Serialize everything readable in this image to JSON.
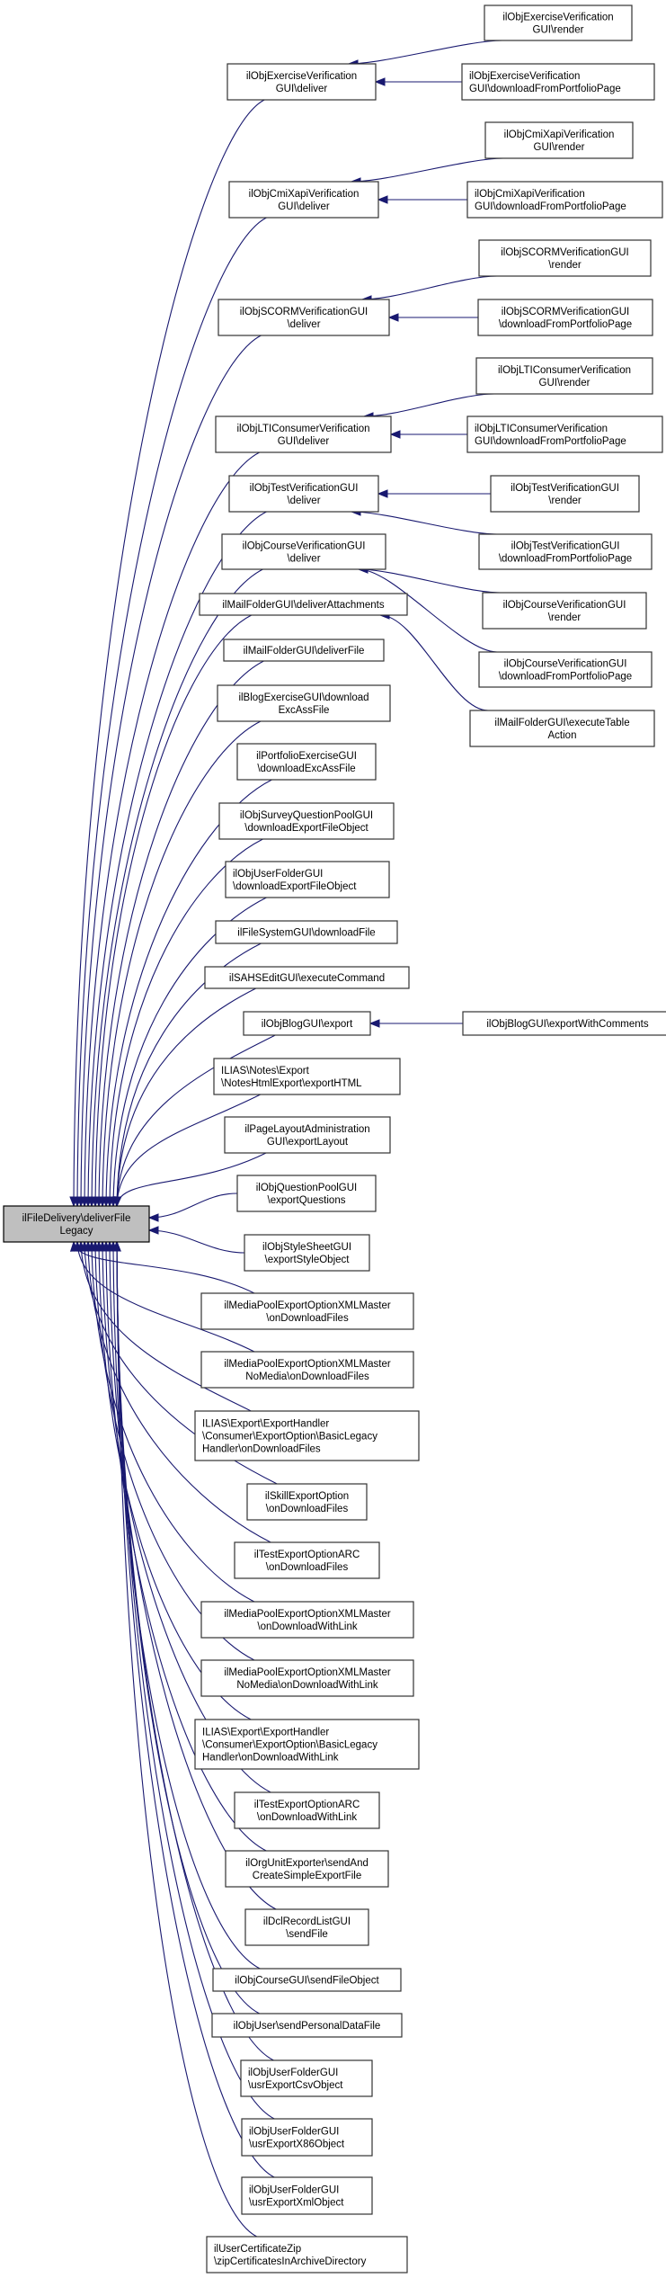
{
  "diagram": {
    "title": "Caller graph of ilFileDelivery\\deliverFileLegacy",
    "edge_color": "#191970",
    "root_fill": "#bfbfbf",
    "root": "root",
    "nodes": [
      {
        "id": "root",
        "lines": [
          "ilFileDelivery\\deliverFile",
          "Legacy"
        ]
      },
      {
        "id": "exv_deliver",
        "lines": [
          "ilObjExerciseVerification",
          "GUI\\deliver"
        ]
      },
      {
        "id": "exv_render",
        "lines": [
          "ilObjExerciseVerification",
          "GUI\\render"
        ]
      },
      {
        "id": "exv_download",
        "lines": [
          "ilObjExerciseVerification",
          "GUI\\downloadFromPortfolioPage"
        ]
      },
      {
        "id": "cmi_deliver",
        "lines": [
          "ilObjCmiXapiVerification",
          "GUI\\deliver"
        ]
      },
      {
        "id": "cmi_render",
        "lines": [
          "ilObjCmiXapiVerification",
          "GUI\\render"
        ]
      },
      {
        "id": "cmi_download",
        "lines": [
          "ilObjCmiXapiVerification",
          "GUI\\downloadFromPortfolioPage"
        ]
      },
      {
        "id": "scorm_deliver",
        "lines": [
          "ilObjSCORMVerificationGUI",
          "\\deliver"
        ]
      },
      {
        "id": "scorm_render",
        "lines": [
          "ilObjSCORMVerificationGUI",
          "\\render"
        ]
      },
      {
        "id": "scorm_download",
        "lines": [
          "ilObjSCORMVerificationGUI",
          "\\downloadFromPortfolioPage"
        ]
      },
      {
        "id": "lti_deliver",
        "lines": [
          "ilObjLTIConsumerVerification",
          "GUI\\deliver"
        ]
      },
      {
        "id": "lti_render",
        "lines": [
          "ilObjLTIConsumerVerification",
          "GUI\\render"
        ]
      },
      {
        "id": "lti_download",
        "lines": [
          "ilObjLTIConsumerVerification",
          "GUI\\downloadFromPortfolioPage"
        ]
      },
      {
        "id": "test_deliver",
        "lines": [
          "ilObjTestVerificationGUI",
          "\\deliver"
        ]
      },
      {
        "id": "test_render",
        "lines": [
          "ilObjTestVerificationGUI",
          "\\render"
        ]
      },
      {
        "id": "test_download",
        "lines": [
          "ilObjTestVerificationGUI",
          "\\downloadFromPortfolioPage"
        ]
      },
      {
        "id": "crs_deliver",
        "lines": [
          "ilObjCourseVerificationGUI",
          "\\deliver"
        ]
      },
      {
        "id": "crs_render",
        "lines": [
          "ilObjCourseVerificationGUI",
          "\\render"
        ]
      },
      {
        "id": "crs_download",
        "lines": [
          "ilObjCourseVerificationGUI",
          "\\downloadFromPortfolioPage"
        ]
      },
      {
        "id": "mail_attach",
        "lines": [
          "ilMailFolderGUI\\deliverAttachments"
        ]
      },
      {
        "id": "mail_exec",
        "lines": [
          "ilMailFolderGUI\\executeTable",
          "Action"
        ]
      },
      {
        "id": "mail_file",
        "lines": [
          "ilMailFolderGUI\\deliverFile"
        ]
      },
      {
        "id": "blogex",
        "lines": [
          "ilBlogExerciseGUI\\download",
          "ExcAssFile"
        ]
      },
      {
        "id": "portfolio",
        "lines": [
          "ilPortfolioExerciseGUI",
          "\\downloadExcAssFile"
        ]
      },
      {
        "id": "survey",
        "lines": [
          "ilObjSurveyQuestionPoolGUI",
          "\\downloadExportFileObject"
        ]
      },
      {
        "id": "userfolder_dl",
        "lines": [
          "ilObjUserFolderGUI",
          "\\downloadExportFileObject"
        ]
      },
      {
        "id": "filesystem",
        "lines": [
          "ilFileSystemGUI\\downloadFile"
        ]
      },
      {
        "id": "sahs",
        "lines": [
          "ilSAHSEditGUI\\executeCommand"
        ]
      },
      {
        "id": "blog_export",
        "lines": [
          "ilObjBlogGUI\\export"
        ]
      },
      {
        "id": "blog_comments",
        "lines": [
          "ilObjBlogGUI\\exportWithComments"
        ]
      },
      {
        "id": "notes",
        "lines": [
          "ILIAS\\Notes\\Export",
          "\\NotesHtmlExport\\exportHTML"
        ]
      },
      {
        "id": "pagelayout",
        "lines": [
          "ilPageLayoutAdministration",
          "GUI\\exportLayout"
        ]
      },
      {
        "id": "qpool",
        "lines": [
          "ilObjQuestionPoolGUI",
          "\\exportQuestions"
        ]
      },
      {
        "id": "stylesheet",
        "lines": [
          "ilObjStyleSheetGUI",
          "\\exportStyleObject"
        ]
      },
      {
        "id": "mep_files",
        "lines": [
          "ilMediaPoolExportOptionXMLMaster",
          "\\onDownloadFiles"
        ]
      },
      {
        "id": "mep_nomedia_files",
        "lines": [
          "ilMediaPoolExportOptionXMLMaster",
          "NoMedia\\onDownloadFiles"
        ]
      },
      {
        "id": "export_files",
        "lines": [
          "ILIAS\\Export\\ExportHandler",
          "\\Consumer\\ExportOption\\BasicLegacy",
          "Handler\\onDownloadFiles"
        ]
      },
      {
        "id": "skill",
        "lines": [
          "ilSkillExportOption",
          "\\onDownloadFiles"
        ]
      },
      {
        "id": "testarc_files",
        "lines": [
          "ilTestExportOptionARC",
          "\\onDownloadFiles"
        ]
      },
      {
        "id": "mep_link",
        "lines": [
          "ilMediaPoolExportOptionXMLMaster",
          "\\onDownloadWithLink"
        ]
      },
      {
        "id": "mep_nomedia_link",
        "lines": [
          "ilMediaPoolExportOptionXMLMaster",
          "NoMedia\\onDownloadWithLink"
        ]
      },
      {
        "id": "export_link",
        "lines": [
          "ILIAS\\Export\\ExportHandler",
          "\\Consumer\\ExportOption\\BasicLegacy",
          "Handler\\onDownloadWithLink"
        ]
      },
      {
        "id": "testarc_link",
        "lines": [
          "ilTestExportOptionARC",
          "\\onDownloadWithLink"
        ]
      },
      {
        "id": "orgunit",
        "lines": [
          "ilOrgUnitExporter\\sendAnd",
          "CreateSimpleExportFile"
        ]
      },
      {
        "id": "dcl",
        "lines": [
          "ilDclRecordListGUI",
          "\\sendFile"
        ]
      },
      {
        "id": "crs_send",
        "lines": [
          "ilObjCourseGUI\\sendFileObject"
        ]
      },
      {
        "id": "objuser",
        "lines": [
          "ilObjUser\\sendPersonalDataFile"
        ]
      },
      {
        "id": "usr_csv",
        "lines": [
          "ilObjUserFolderGUI",
          "\\usrExportCsvObject"
        ]
      },
      {
        "id": "usr_x86",
        "lines": [
          "ilObjUserFolderGUI",
          "\\usrExportX86Object"
        ]
      },
      {
        "id": "usr_xml",
        "lines": [
          "ilObjUserFolderGUI",
          "\\usrExportXmlObject"
        ]
      },
      {
        "id": "cert",
        "lines": [
          "ilUserCertificateZip",
          "\\zipCertificatesInArchiveDirectory"
        ]
      }
    ],
    "edges": [
      {
        "from": "exv_deliver",
        "to": "root"
      },
      {
        "from": "cmi_deliver",
        "to": "root"
      },
      {
        "from": "scorm_deliver",
        "to": "root"
      },
      {
        "from": "lti_deliver",
        "to": "root"
      },
      {
        "from": "test_deliver",
        "to": "root"
      },
      {
        "from": "crs_deliver",
        "to": "root"
      },
      {
        "from": "mail_attach",
        "to": "root"
      },
      {
        "from": "mail_file",
        "to": "root"
      },
      {
        "from": "blogex",
        "to": "root"
      },
      {
        "from": "portfolio",
        "to": "root"
      },
      {
        "from": "survey",
        "to": "root"
      },
      {
        "from": "userfolder_dl",
        "to": "root"
      },
      {
        "from": "filesystem",
        "to": "root"
      },
      {
        "from": "sahs",
        "to": "root"
      },
      {
        "from": "blog_export",
        "to": "root"
      },
      {
        "from": "notes",
        "to": "root"
      },
      {
        "from": "pagelayout",
        "to": "root"
      },
      {
        "from": "qpool",
        "to": "root"
      },
      {
        "from": "stylesheet",
        "to": "root"
      },
      {
        "from": "mep_files",
        "to": "root"
      },
      {
        "from": "mep_nomedia_files",
        "to": "root"
      },
      {
        "from": "export_files",
        "to": "root"
      },
      {
        "from": "skill",
        "to": "root"
      },
      {
        "from": "testarc_files",
        "to": "root"
      },
      {
        "from": "mep_link",
        "to": "root"
      },
      {
        "from": "mep_nomedia_link",
        "to": "root"
      },
      {
        "from": "export_link",
        "to": "root"
      },
      {
        "from": "testarc_link",
        "to": "root"
      },
      {
        "from": "orgunit",
        "to": "root"
      },
      {
        "from": "dcl",
        "to": "root"
      },
      {
        "from": "crs_send",
        "to": "root"
      },
      {
        "from": "objuser",
        "to": "root"
      },
      {
        "from": "usr_csv",
        "to": "root"
      },
      {
        "from": "usr_x86",
        "to": "root"
      },
      {
        "from": "usr_xml",
        "to": "root"
      },
      {
        "from": "cert",
        "to": "root"
      },
      {
        "from": "exv_render",
        "to": "exv_deliver"
      },
      {
        "from": "exv_download",
        "to": "exv_deliver"
      },
      {
        "from": "cmi_render",
        "to": "cmi_deliver"
      },
      {
        "from": "cmi_download",
        "to": "cmi_deliver"
      },
      {
        "from": "scorm_render",
        "to": "scorm_deliver"
      },
      {
        "from": "scorm_download",
        "to": "scorm_deliver"
      },
      {
        "from": "lti_render",
        "to": "lti_deliver"
      },
      {
        "from": "lti_download",
        "to": "lti_deliver"
      },
      {
        "from": "test_render",
        "to": "test_deliver"
      },
      {
        "from": "test_download",
        "to": "test_deliver"
      },
      {
        "from": "crs_render",
        "to": "crs_deliver"
      },
      {
        "from": "crs_download",
        "to": "crs_deliver"
      },
      {
        "from": "mail_exec",
        "to": "mail_attach"
      },
      {
        "from": "blog_comments",
        "to": "blog_export"
      }
    ]
  }
}
